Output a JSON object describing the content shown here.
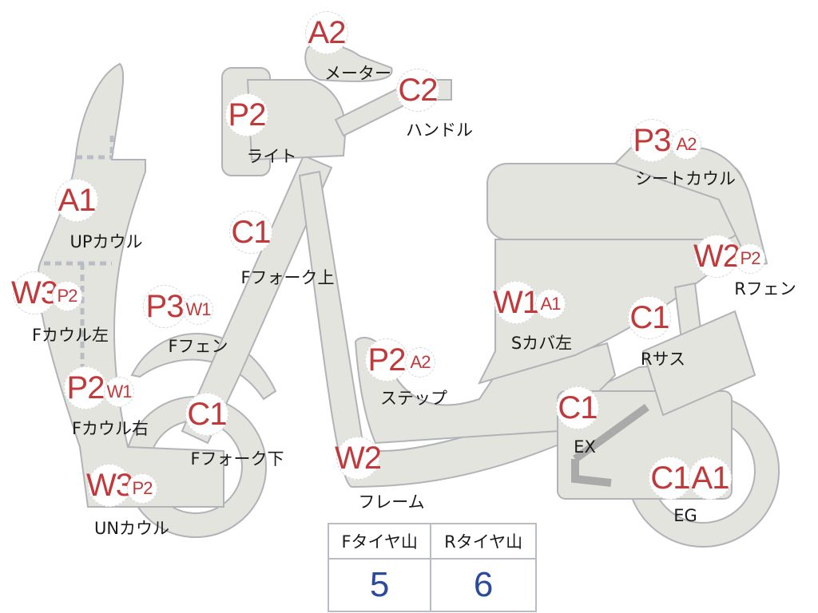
{
  "parts": [
    {
      "grade": "A2",
      "name": "メーター"
    },
    {
      "grade": "C2",
      "name": "ハンドル"
    },
    {
      "grade": "P2",
      "name": "ライト"
    },
    {
      "grade": "P3",
      "sub_grade": "A2",
      "name": "シートカウル"
    },
    {
      "grade": "A1",
      "name": "UPカウル"
    },
    {
      "grade": "C1",
      "name": "Fフォーク上"
    },
    {
      "grade": "W2",
      "sub_grade": "P2",
      "name": "Rフェン"
    },
    {
      "grade": "W3",
      "sub_grade": "P2",
      "name": "Fカウル左"
    },
    {
      "grade": "P3",
      "sub_grade": "W1",
      "name": "Fフェン"
    },
    {
      "grade": "W1",
      "sub_grade": "A1",
      "name": "Sカバ左"
    },
    {
      "grade": "C1",
      "name": "Rサス"
    },
    {
      "grade": "P2",
      "sub_grade": "A2",
      "name": "ステップ"
    },
    {
      "grade": "P2",
      "sub_grade": "W1",
      "name": "Fカウル右"
    },
    {
      "grade": "C1",
      "name": "Fフォーク下"
    },
    {
      "grade": "C1",
      "name": "EX"
    },
    {
      "grade": "W2",
      "name": "フレーム"
    },
    {
      "grade": "W3",
      "sub_grade": "P2",
      "name": "UNカウル"
    },
    {
      "grade": "C1",
      "sub_grade_big": "A1",
      "name": "EG"
    }
  ],
  "tire_table": {
    "headers": [
      "Fタイヤ山",
      "Rタイヤ山"
    ],
    "values": [
      "5",
      "6"
    ]
  },
  "colors": {
    "grade_text": "#c0393b",
    "tire_value": "#2c4a9c",
    "body_fill": "#e4e4df",
    "outline": "#b0b3b8"
  }
}
